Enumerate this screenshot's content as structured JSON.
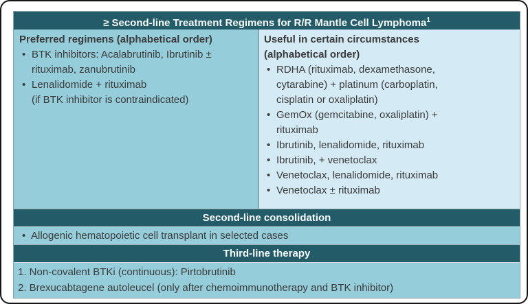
{
  "glyphs": {
    "bullet": "•"
  },
  "colors": {
    "header_bg": "#235b68",
    "header_text": "#f7fbfc",
    "left_column_bg": "#95cdda",
    "right_column_bg": "#d4eaf4",
    "body_text": "#3a3a3a",
    "card_border": "#141414"
  },
  "table": {
    "title": "≥ Second-line Treatment Regimens for R/R Mantle Cell Lymphoma",
    "title_superscript": "1",
    "columns": {
      "preferred": {
        "header_lines": [
          "Preferred regimens (alphabetical order)"
        ],
        "items": [
          {
            "lines": [
              "BTK inhibitors: Acalabrutinib, Ibrutinib ±",
              "rituximab, zanubrutinib"
            ]
          },
          {
            "lines": [
              "Lenalidomide + rituximab",
              "(if BTK inhibitor is contraindicated)"
            ]
          }
        ]
      },
      "useful": {
        "header_lines": [
          "Useful in certain circumstances",
          "(alphabetical order)"
        ],
        "items": [
          {
            "lines": [
              "RDHA (rituximab, dexamethasone,",
              "cytarabine) + platinum (carboplatin,",
              "cisplatin or oxaliplatin)"
            ]
          },
          {
            "lines": [
              "GemOx (gemcitabine, oxaliplatin) +",
              "rituximab"
            ]
          },
          {
            "lines": [
              "Ibrutinib, lenalidomide, rituximab"
            ]
          },
          {
            "lines": [
              "Ibrutinib, + venetoclax"
            ]
          },
          {
            "lines": [
              "Venetoclax, lenalidomide, rituximab"
            ]
          },
          {
            "lines": [
              "Venetoclax ± rituximab"
            ]
          }
        ]
      }
    },
    "second_line_consolidation": {
      "header": "Second-line consolidation",
      "bullet_text": "Allogenic hematopoietic cell transplant in selected cases"
    },
    "third_line_therapy": {
      "header": "Third-line therapy",
      "numbered_lines": [
        "1. Non-covalent BTKi (continuous): Pirtobrutinib",
        "2. Brexucabtagene autoleucel (only after chemoimmunotherapy and BTK inhibitor)"
      ]
    }
  }
}
